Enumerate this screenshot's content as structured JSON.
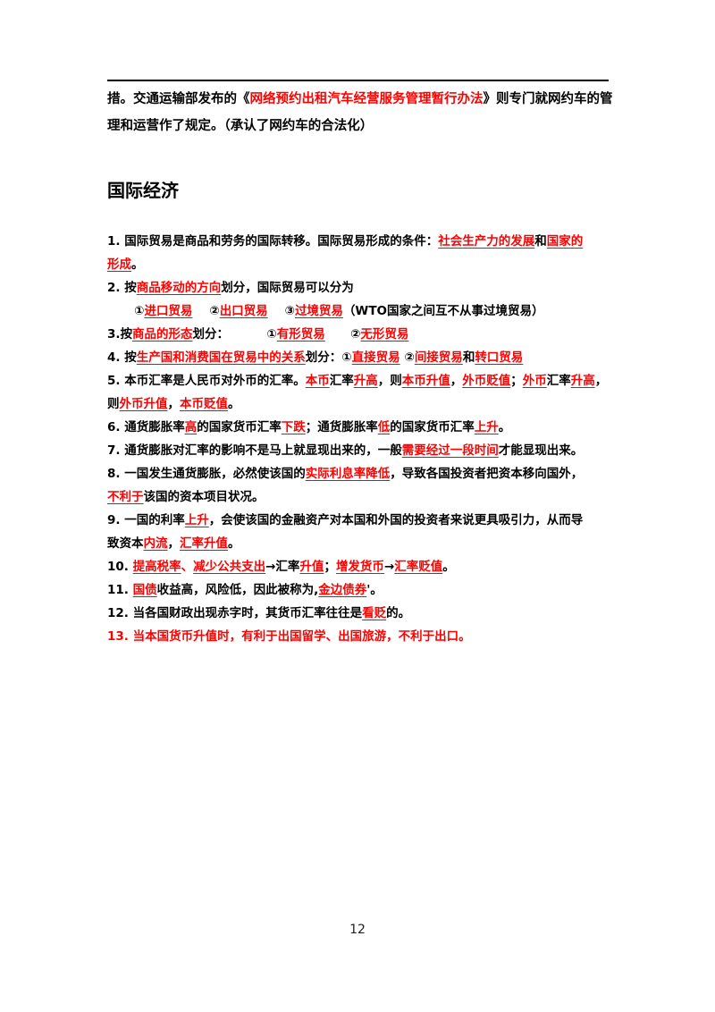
{
  "intro": {
    "p1": "措。交通运输部发布的《",
    "law": "网络预约出租汽车经营服务管理暂行办法",
    "p2": "》则专门就网约车的管",
    "p3": "理和运营作了规定。（承认了网约车的合法化）"
  },
  "section_title": "国际经济",
  "items": {
    "i1": {
      "a": "1. 国际贸易是商品和劳务的国际转移。国际贸易形成的条件：",
      "b": "社会生产力的发展",
      "c": "和",
      "d": "国家的",
      "e": "形成",
      "f": "。"
    },
    "i2": {
      "a": "2. 按",
      "b": "商品移动的方向",
      "c": "划分，国际贸易可以分为"
    },
    "i2b": {
      "a": "①",
      "b": "进口贸易",
      "c": "②",
      "d": "出口贸易",
      "e": "③",
      "f": "过境贸易",
      "g": "（WTO国家之间互不从事过境贸易）"
    },
    "i3": {
      "a": "3.按",
      "b": "商品的形态",
      "c": "划分：",
      "d": "①",
      "e": "有形贸易",
      "f": "②",
      "g": "无形贸易"
    },
    "i4": {
      "a": "4. 按",
      "b": "生产国和消费国在贸易中的关系",
      "c": "划分：①",
      "d": "直接贸易",
      "e": "②",
      "f": "间接贸易",
      "g": "和",
      "h": "转口贸易"
    },
    "i5": {
      "a": "5. 本币汇率是人民币对外币的汇率。",
      "b": "本币",
      "c": "汇率",
      "d": "升高",
      "e": "，则",
      "f": "本币升值",
      "g": "，",
      "h": "外币贬值",
      "i": "；",
      "j": "外币",
      "k": "汇率",
      "l": "升高",
      "m": "，",
      "n": "则",
      "o": "外币升值",
      "p": "，",
      "q": "本币贬值",
      "r": "。"
    },
    "i6": {
      "a": "6. 通货膨胀率",
      "b": "高",
      "c": "的国家货币汇率",
      "d": "下跌",
      "e": "；通货膨胀率",
      "f": "低",
      "g": "的国家货币汇率",
      "h": "上升",
      "i": "。"
    },
    "i7": {
      "a": "7. 通货膨胀对汇率的影响不是马上就显现出来的，一般",
      "b": "需要经过一段时间",
      "c": "才能显现出来。"
    },
    "i8": {
      "a": "8. 一国发生通货膨胀，必然使该国的",
      "b": "实际利息率降低",
      "c": "，导致各国投资者把资本移向国外，",
      "d": "不利于",
      "e": "该国的资本项目状况。"
    },
    "i9": {
      "a": "9. 一国的利率",
      "b": "上升",
      "c": "，会使该国的金融资产对本国和外国的投资者来说更具吸引力，从而导",
      "d": "致资本",
      "e": "内流",
      "f": "，",
      "g": "汇率升值",
      "h": "。"
    },
    "i10": {
      "a": "10. ",
      "b": "提高税率",
      "c": "、",
      "d": "减少公共支出",
      "e": "→汇率",
      "f": "升值",
      "g": "；",
      "h": "增发货币",
      "i": "→",
      "j": "汇率贬值",
      "k": "。"
    },
    "i11": {
      "a": "11. ",
      "b": "国债",
      "c": "收益高，风险低，因此被称为,",
      "d": "金边债券",
      "e": "'。"
    },
    "i12": {
      "a": "12. 当各国财政出现赤字时，其货币汇率往往是",
      "b": "看贬",
      "c": "的。"
    },
    "i13": {
      "a": "13. 当本国货币升值时，有利于出国留学、出国旅游，不利于出口。"
    }
  },
  "page_number": "12"
}
